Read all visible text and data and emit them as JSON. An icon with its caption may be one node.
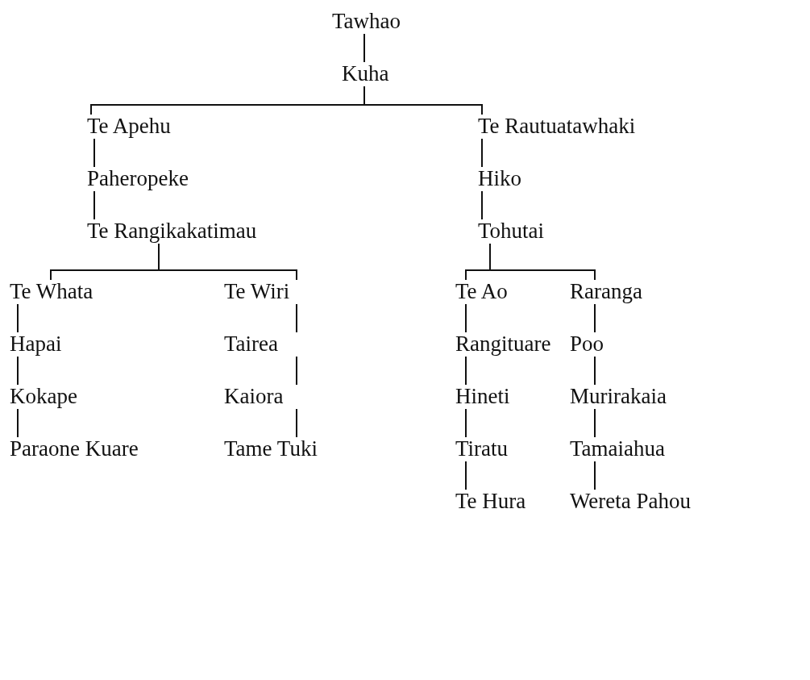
{
  "diagram": {
    "nodes": [
      {
        "text": [
          "Tawhao"
        ]
      },
      {
        "text": [
          "Kuha"
        ]
      },
      {
        "text": [
          "Te Apehu"
        ]
      },
      {
        "text": [
          "Te Rautuatawhaki"
        ]
      },
      {
        "text": [
          "Paheropeke"
        ]
      },
      {
        "text": [
          "Hiko"
        ]
      },
      {
        "text": [
          "Te Rangikakatimau"
        ]
      },
      {
        "text": [
          "Tohutai"
        ]
      },
      {
        "text": [
          "Te Whata"
        ]
      },
      {
        "text": [
          "Te Wiri"
        ]
      },
      {
        "text": [
          "Te Ao"
        ]
      },
      {
        "text": [
          "Raranga"
        ]
      },
      {
        "text": [
          "Hapai"
        ]
      },
      {
        "text": [
          "Tairea"
        ]
      },
      {
        "text": [
          "Rangituare"
        ]
      },
      {
        "text": [
          "Poo"
        ]
      },
      {
        "text": [
          "Kokape"
        ]
      },
      {
        "text": [
          "Kaiora"
        ]
      },
      {
        "text": [
          "Hineti"
        ]
      },
      {
        "text": [
          "Murirakaia"
        ]
      },
      {
        "text": [
          "Paraone Kuare"
        ]
      },
      {
        "text": [
          "Tame Tuki"
        ]
      },
      {
        "text": [
          "Tiratu"
        ]
      },
      {
        "text": [
          "Tamaiahua"
        ]
      },
      {
        "text": [
          "Te Hura"
        ]
      },
      {
        "text": [
          "Wereta Pahou"
        ]
      }
    ],
    "edges": [
      {
        "from": 0,
        "to": 1,
        "arrow": "none"
      },
      {
        "from": 1,
        "to": 2,
        "arrow": "none"
      },
      {
        "from": 1,
        "to": 3,
        "arrow": "none"
      },
      {
        "from": 2,
        "to": 4,
        "arrow": "none"
      },
      {
        "from": 3,
        "to": 5,
        "arrow": "none"
      },
      {
        "from": 4,
        "to": 6,
        "arrow": "none"
      },
      {
        "from": 5,
        "to": 7,
        "arrow": "none"
      },
      {
        "from": 6,
        "to": 8,
        "arrow": "none"
      },
      {
        "from": 6,
        "to": 9,
        "arrow": "none"
      },
      {
        "from": 7,
        "to": 10,
        "arrow": "none"
      },
      {
        "from": 7,
        "to": 11,
        "arrow": "none"
      },
      {
        "from": 8,
        "to": 12,
        "arrow": "none"
      },
      {
        "from": 9,
        "to": 13,
        "arrow": "none"
      },
      {
        "from": 10,
        "to": 14,
        "arrow": "none"
      },
      {
        "from": 11,
        "to": 15,
        "arrow": "none"
      },
      {
        "from": 12,
        "to": 16,
        "arrow": "none"
      },
      {
        "from": 13,
        "to": 17,
        "arrow": "none"
      },
      {
        "from": 14,
        "to": 18,
        "arrow": "none"
      },
      {
        "from": 15,
        "to": 19,
        "arrow": "none"
      },
      {
        "from": 16,
        "to": 20,
        "arrow": "none"
      },
      {
        "from": 17,
        "to": 21,
        "arrow": "none"
      },
      {
        "from": 18,
        "to": 22,
        "arrow": "none"
      },
      {
        "from": 19,
        "to": 23,
        "arrow": "none"
      },
      {
        "from": 22,
        "to": 24,
        "arrow": "none"
      },
      {
        "from": 23,
        "to": 25,
        "arrow": "none"
      }
    ]
  }
}
